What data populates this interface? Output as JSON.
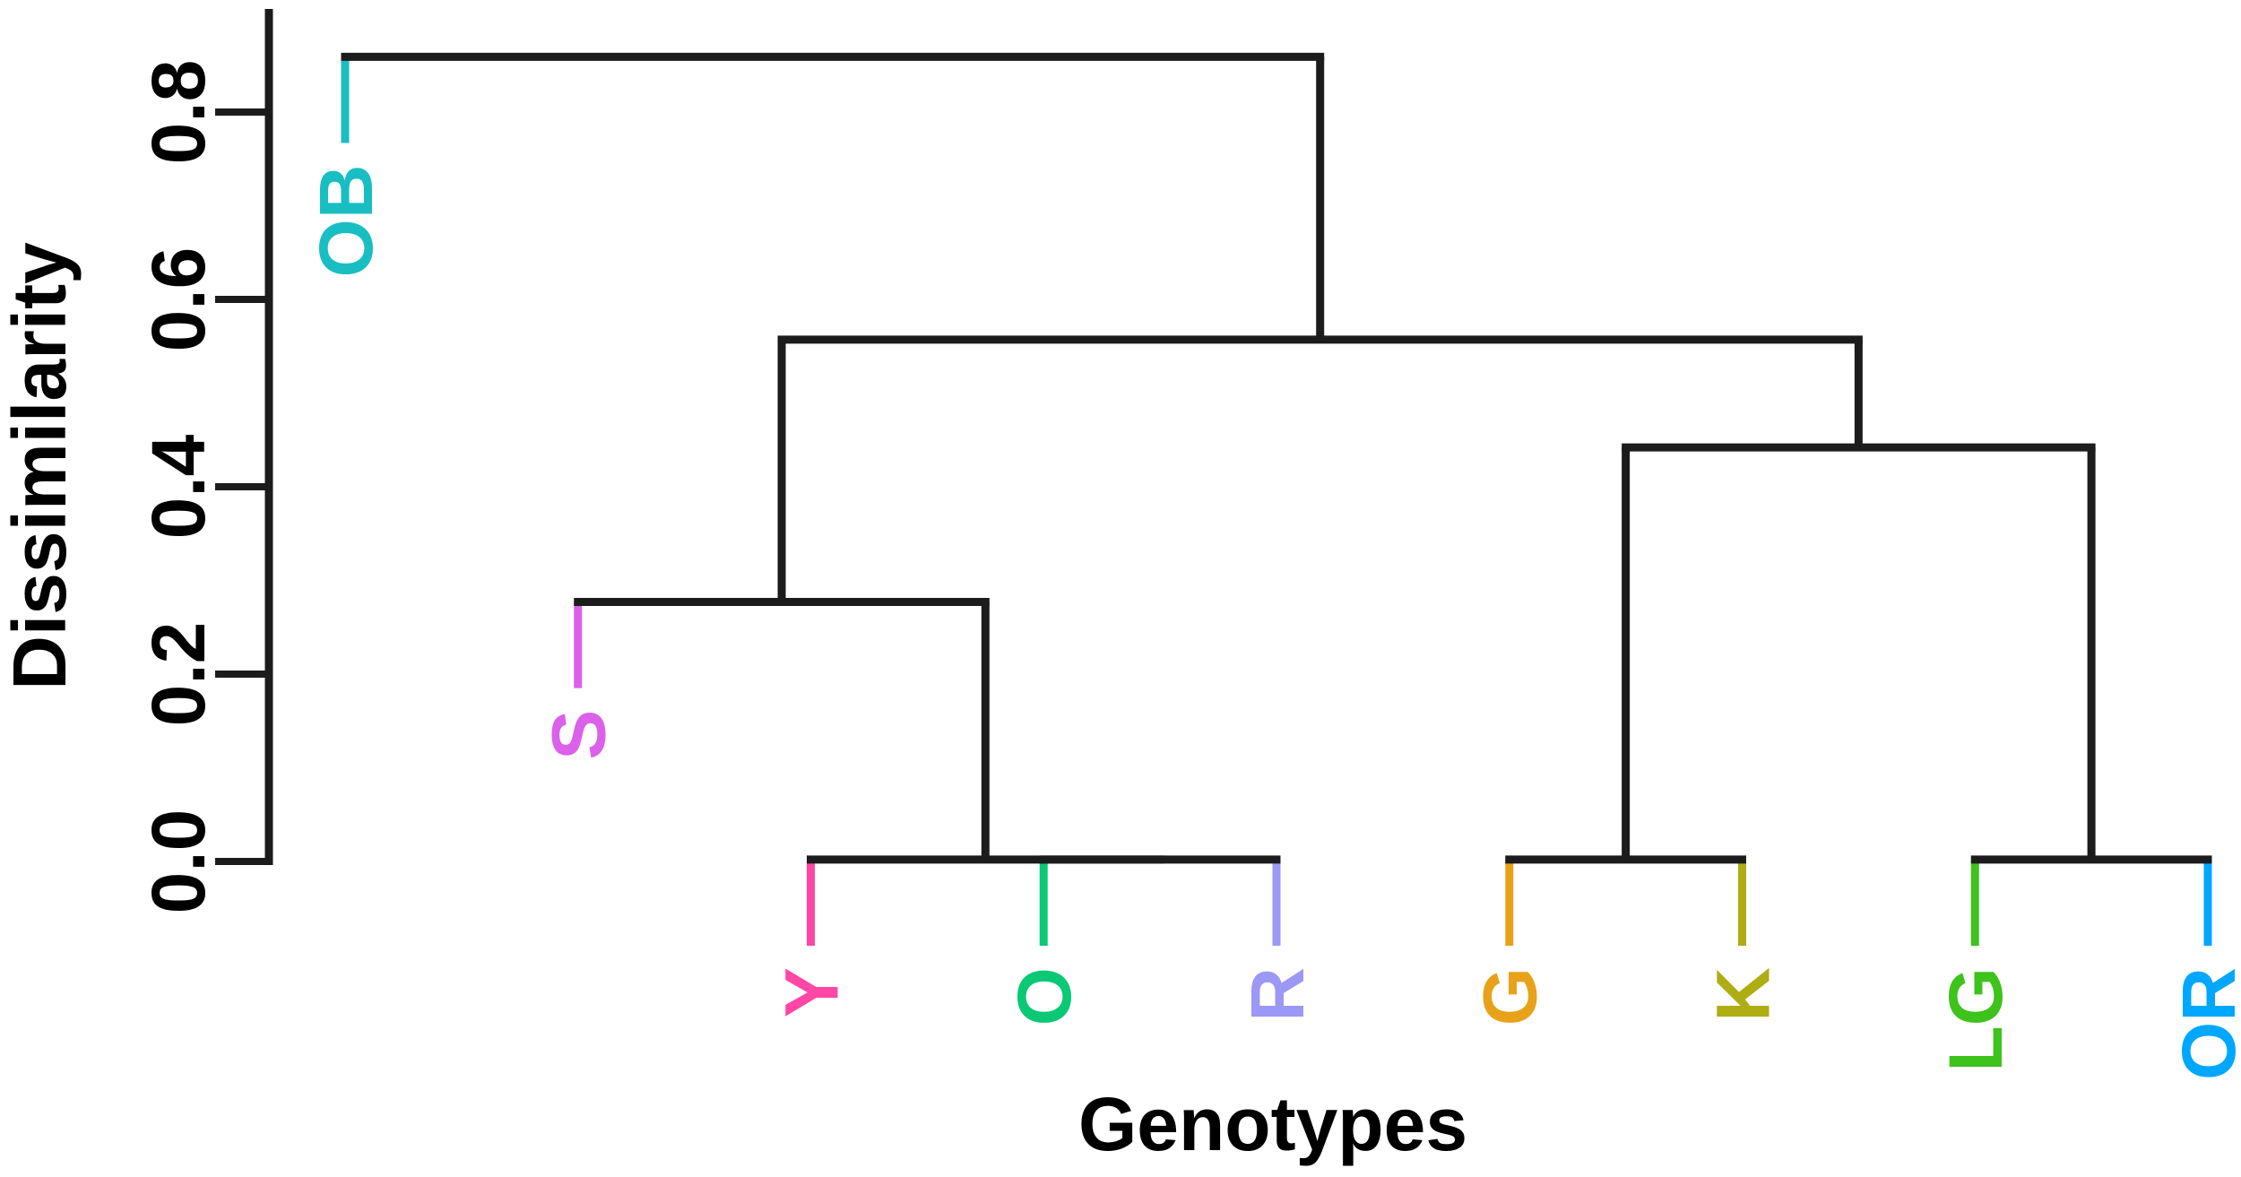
{
  "page": {
    "background": "#FFFFFF"
  },
  "axis": {
    "ylabel": "Dissimilarity",
    "xlabel": "Genotypes"
  },
  "chart_data": {
    "type": "dendrogram",
    "title": "",
    "xlabel": "Genotypes",
    "ylabel": "Dissimilarity",
    "ylim": [
      0,
      0.91
    ],
    "grid": false,
    "legend": "none",
    "line_color": "#1C1C1C",
    "text_color": "#000000",
    "yticks": [
      {
        "value": 0.0,
        "label": "0.0"
      },
      {
        "value": 0.2,
        "label": "0.2"
      },
      {
        "value": 0.4,
        "label": "0.4"
      },
      {
        "value": 0.6,
        "label": "0.6"
      },
      {
        "value": 0.8,
        "label": "0.8"
      }
    ],
    "hang": 0.092,
    "leaves": [
      {
        "label": "OB",
        "color": "#18BEC2"
      },
      {
        "label": "S",
        "color": "#DB60EA"
      },
      {
        "label": "Y",
        "color": "#FF47A5"
      },
      {
        "label": "O",
        "color": "#0AC873"
      },
      {
        "label": "R",
        "color": "#9C98F5"
      },
      {
        "label": "G",
        "color": "#E8A219"
      },
      {
        "label": "K",
        "color": "#AEAD14"
      },
      {
        "label": "LG",
        "color": "#3EC21C"
      },
      {
        "label": "OR",
        "color": "#00A7FF"
      }
    ],
    "tree": {
      "height": 0.859,
      "children": [
        {
          "leaf": "OB"
        },
        {
          "height": 0.557,
          "children": [
            {
              "height": 0.277,
              "children": [
                {
                  "leaf": "S"
                },
                {
                  "height": 0.002,
                  "children": [
                    {
                      "leaf": "Y"
                    },
                    {
                      "height": 0.002,
                      "children": [
                        {
                          "leaf": "O"
                        },
                        {
                          "leaf": "R"
                        }
                      ]
                    }
                  ]
                }
              ]
            },
            {
              "height": 0.442,
              "children": [
                {
                  "height": 0.002,
                  "children": [
                    {
                      "leaf": "G"
                    },
                    {
                      "leaf": "K"
                    }
                  ]
                },
                {
                  "height": 0.002,
                  "children": [
                    {
                      "leaf": "LG"
                    },
                    {
                      "leaf": "OR"
                    }
                  ]
                }
              ]
            }
          ]
        }
      ]
    }
  }
}
